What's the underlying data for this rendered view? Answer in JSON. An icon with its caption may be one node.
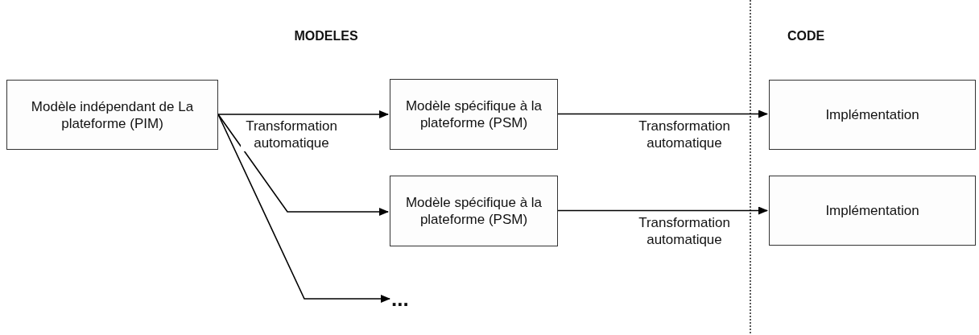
{
  "diagram": {
    "nodes": [
      {
        "text": [
          "Modèle indépendant de La plateforme (PIM)"
        ]
      },
      {
        "text": [
          "Modèle spécifique à la plateforme (PSM)"
        ]
      },
      {
        "text": [
          "Modèle spécifique à la plateforme (PSM)"
        ]
      },
      {
        "text": [
          "Implémentation"
        ]
      },
      {
        "text": [
          "Implémentation"
        ]
      },
      {
        "text": [
          "..."
        ]
      }
    ],
    "edges": [
      {
        "from": 0,
        "to": 1,
        "arrow": "to",
        "label": "Transformation automatique"
      },
      {
        "from": 0,
        "to": 2,
        "arrow": "to"
      },
      {
        "from": 0,
        "to": 5,
        "arrow": "to"
      },
      {
        "from": 1,
        "to": 3,
        "arrow": "to",
        "label": "Transformation automatique"
      },
      {
        "from": 2,
        "to": 4,
        "arrow": "to",
        "label": "Transformation automatique"
      }
    ],
    "labels": [
      "MODELES",
      "CODE"
    ]
  }
}
